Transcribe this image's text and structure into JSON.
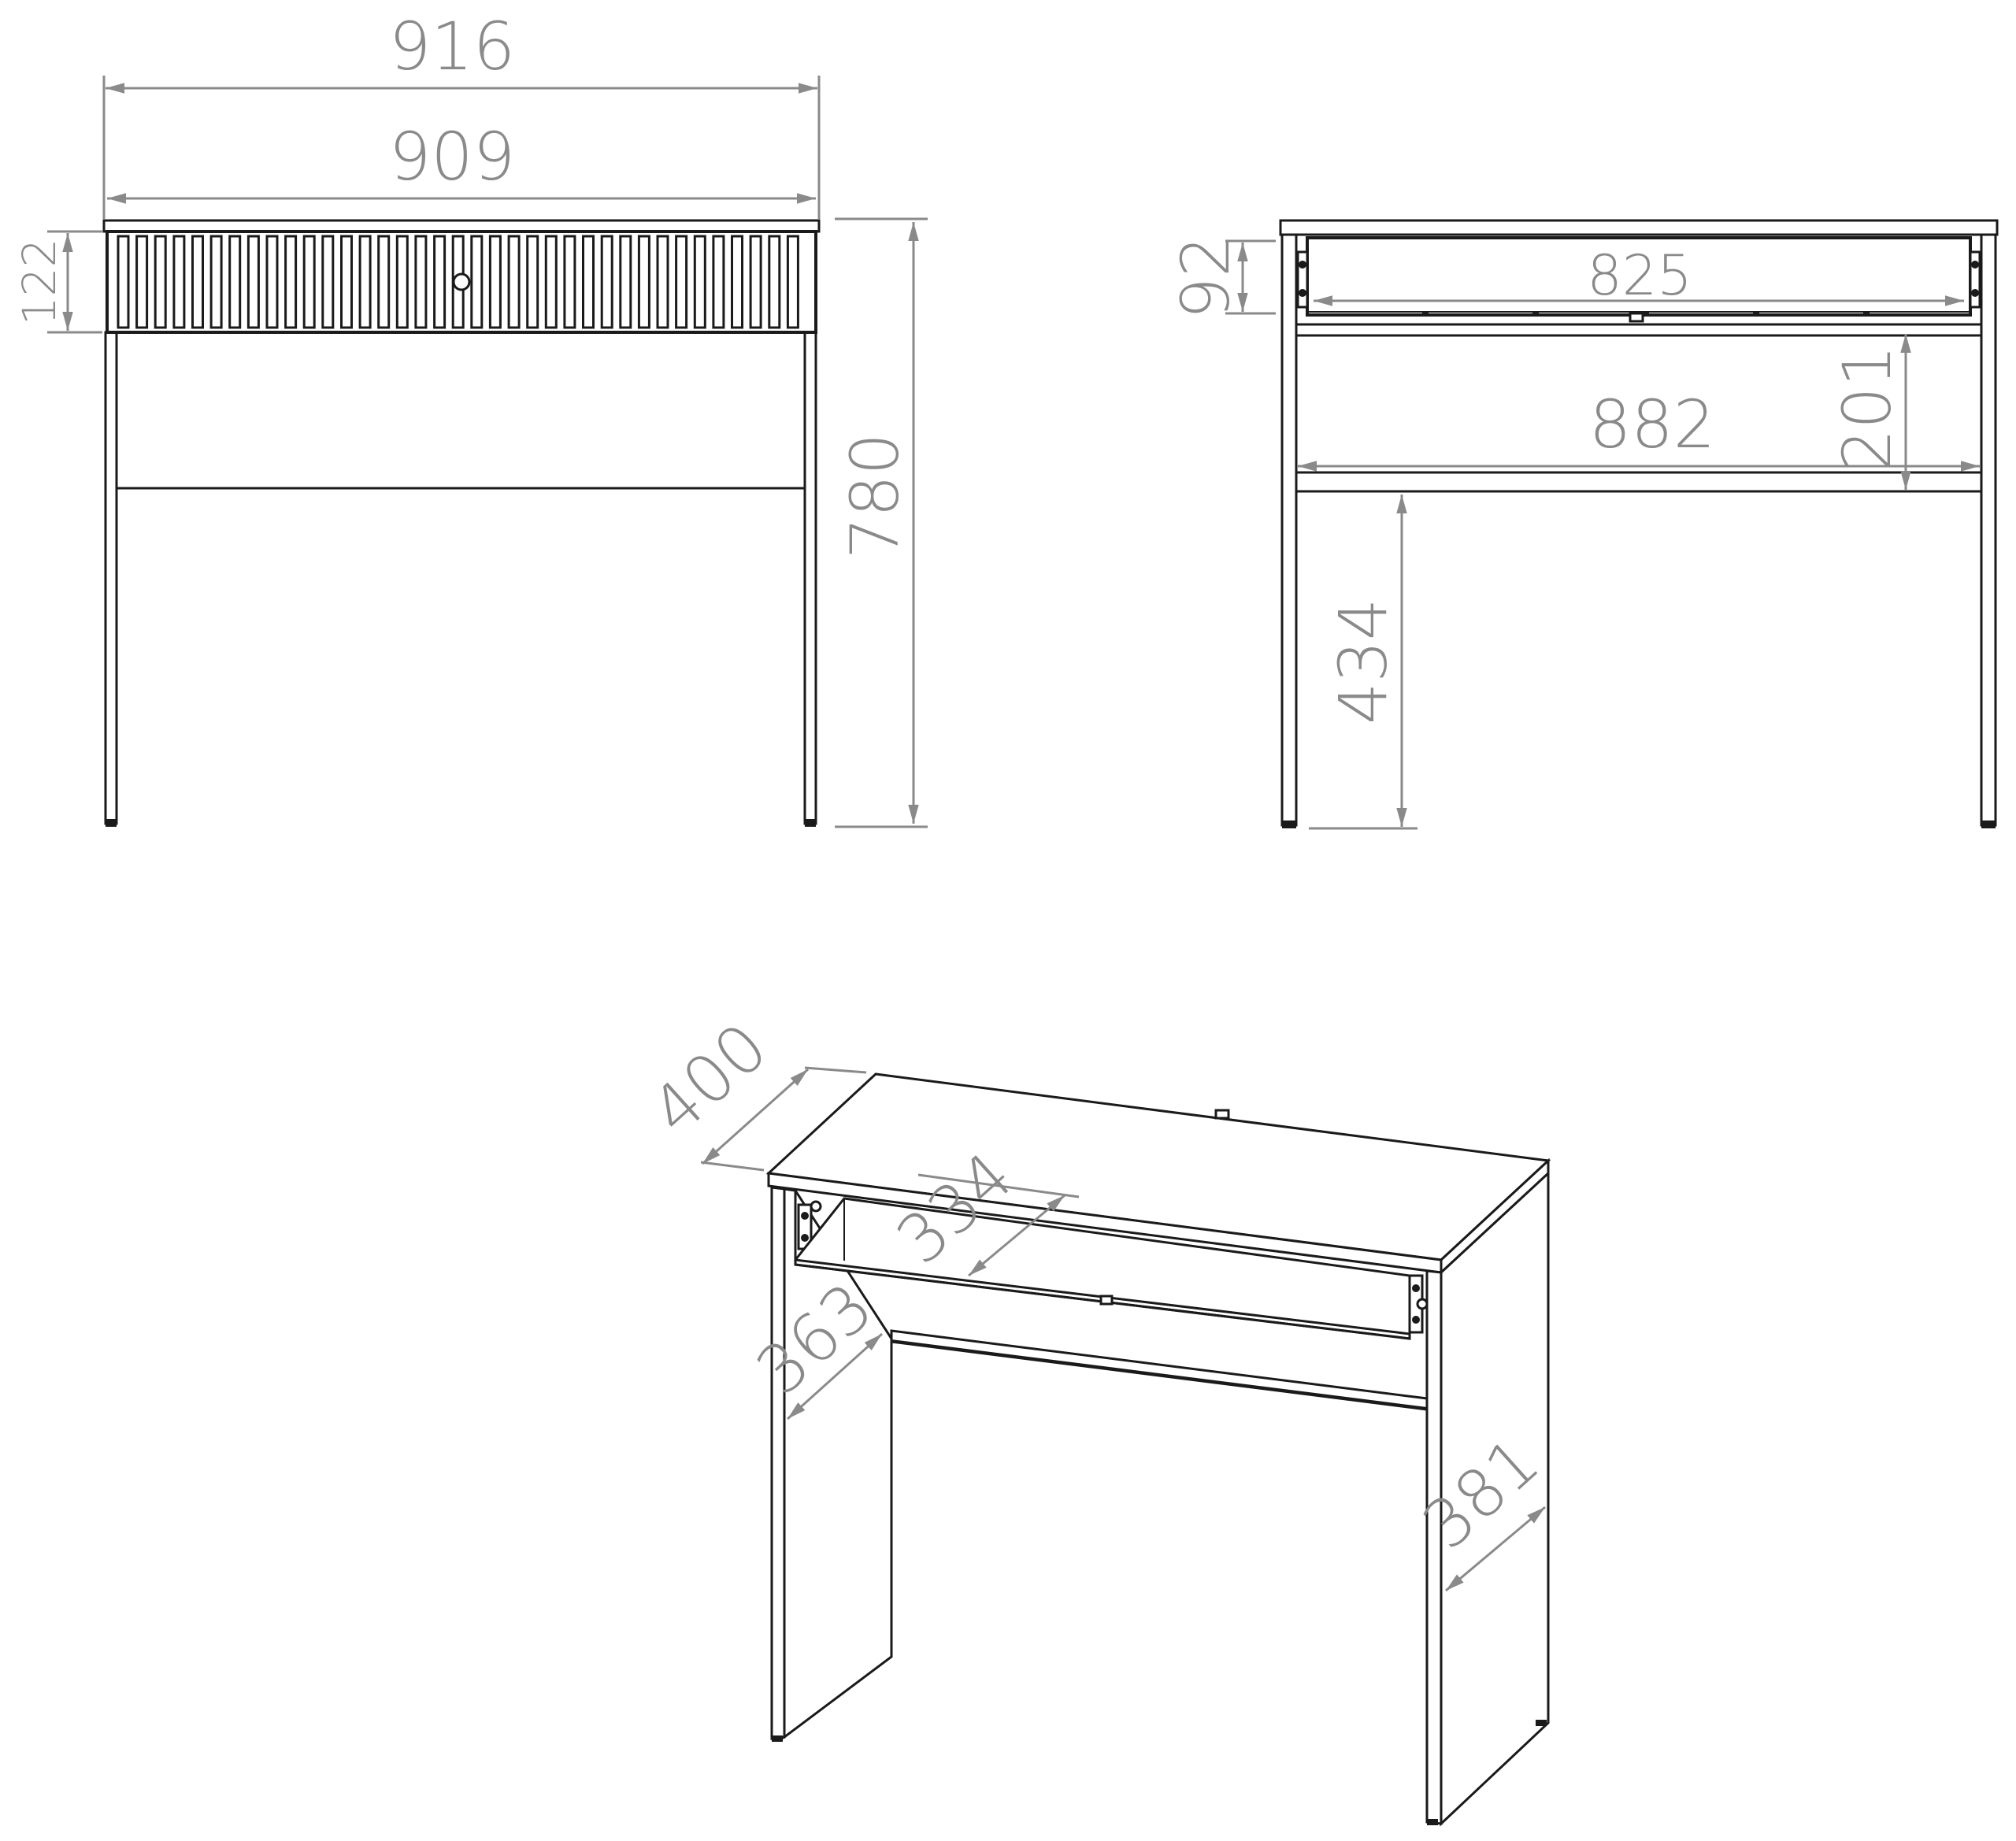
{
  "colors": {
    "line": "#1a1a1a",
    "dimension": "#8a8a8a",
    "background": "#ffffff"
  },
  "front_view": {
    "overall_width": "916",
    "inner_width": "909",
    "drawer_height": "122",
    "total_height": "780"
  },
  "back_view": {
    "drawer_inner_width": "825",
    "drawer_inner_height": "92",
    "shelf_width": "882",
    "shelf_gap": "201",
    "leg_height_below_shelf": "434"
  },
  "perspective_view": {
    "depth_top": "400",
    "drawer_depth": "334",
    "side_depth": "363",
    "leg_depth": "381"
  }
}
